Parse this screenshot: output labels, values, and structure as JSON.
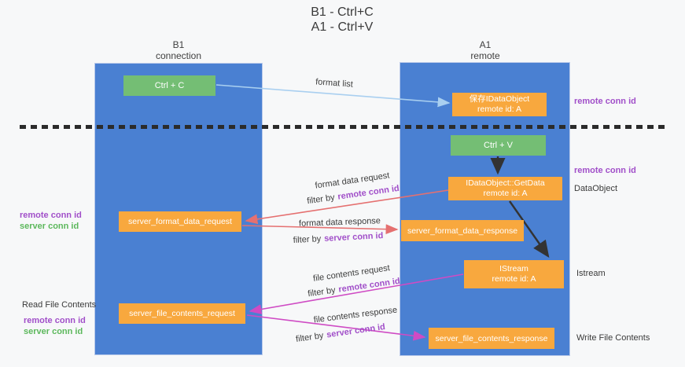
{
  "title": {
    "line1": "B1 - Ctrl+C",
    "line2": "A1 - Ctrl+V"
  },
  "lanes": {
    "left": {
      "title": "B1",
      "subtitle": "connection"
    },
    "right": {
      "title": "A1",
      "subtitle": "remote"
    }
  },
  "nodes": {
    "ctrl_c": {
      "label": "Ctrl + C"
    },
    "save_idataobject": {
      "line1": "保存IDataObject",
      "line2": "remote id: A"
    },
    "ctrl_v": {
      "label": "Ctrl + V"
    },
    "getdata": {
      "line1": "IDataObject::GetData",
      "line2": "remote id: A"
    },
    "server_format_data_request": {
      "label": "server_format_data_request"
    },
    "server_format_data_response": {
      "label": "server_format_data_response"
    },
    "istream": {
      "line1": "IStream",
      "line2": "remote id: A"
    },
    "server_file_contents_request": {
      "label": "server_file_contents_request"
    },
    "server_file_contents_response": {
      "label": "server_file_contents_response"
    }
  },
  "messages": {
    "format_list": {
      "label": "format list"
    },
    "format_data_request": {
      "label": "format data request",
      "filter_prefix": "filter by",
      "filter_key": "remote conn id"
    },
    "format_data_response": {
      "label": "format data response",
      "filter_prefix": "filter by",
      "filter_key": "server conn id"
    },
    "file_contents_request": {
      "label": "file contents request",
      "filter_prefix": "filter by",
      "filter_key": "remote conn id"
    },
    "file_contents_response": {
      "label": "file contents response",
      "filter_prefix": "filter by",
      "filter_key": "server conn id"
    }
  },
  "annotations": {
    "right_top": {
      "remote": "remote conn id"
    },
    "right_mid": {
      "remote": "remote conn id",
      "dataobject": "DataObject"
    },
    "right_istream": {
      "label": "Istream"
    },
    "right_write": {
      "label": "Write File Contents"
    },
    "left_format": {
      "remote": "remote conn id",
      "server": "server conn id"
    },
    "left_file": {
      "title": "Read File Contents",
      "remote": "remote conn id",
      "server": "server conn id"
    }
  },
  "colors": {
    "background": "#f7f8f9",
    "lane_blue": "#4a80d2",
    "box_green": "#74be74",
    "box_orange": "#f8a83e",
    "accent_purple": "#a14fc9",
    "accent_green": "#5cb85c",
    "arrow_red": "#e57070",
    "arrow_magenta": "#cf4bc4",
    "arrow_light_blue": "#a9cff0",
    "arrow_black": "#333333",
    "dash_line": "#2b2b2b"
  }
}
